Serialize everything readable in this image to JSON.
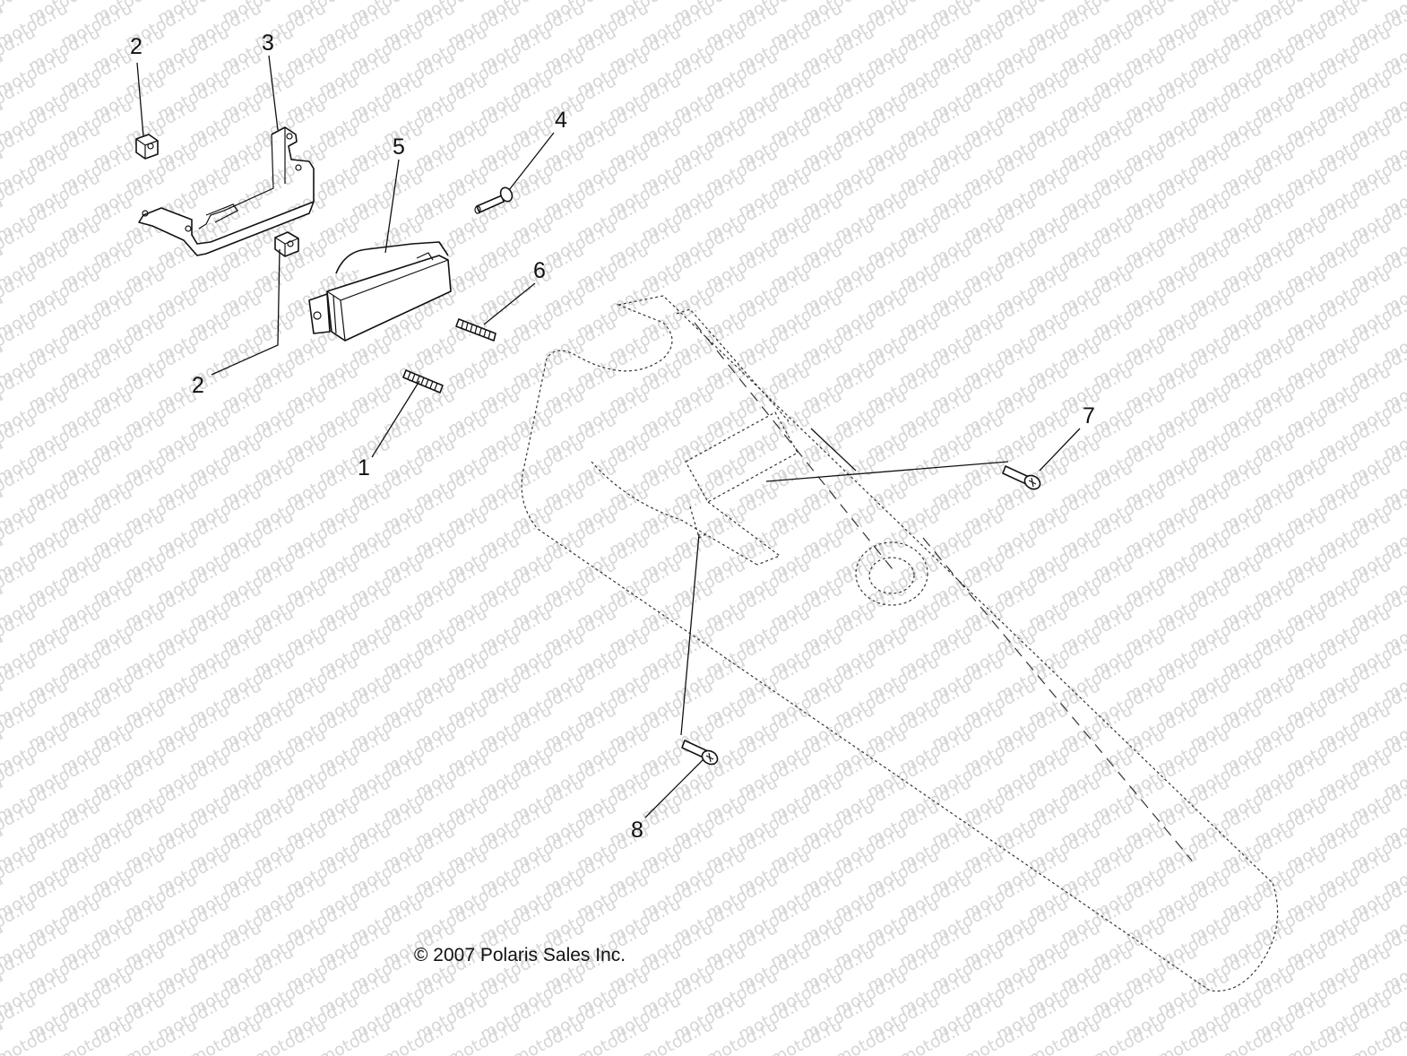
{
  "watermark": "motod.ru",
  "copyright": "© 2007 Polaris Sales Inc.",
  "callouts": {
    "c1": "1",
    "c2a": "2",
    "c2b": "2",
    "c3": "3",
    "c4": "4",
    "c5": "5",
    "c6": "6",
    "c7": "7",
    "c8": "8"
  },
  "colors": {
    "line": "#111111",
    "watermark": "#d6d6d6",
    "background": "#ffffff"
  }
}
